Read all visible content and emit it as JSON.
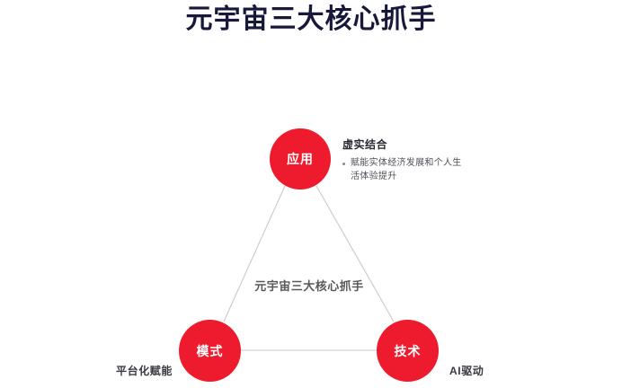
{
  "slide": {
    "title": "元宇宙三大核心抓手",
    "background_color": "#ffffff",
    "accent_color": "#ed1b2d",
    "title_color": "#17183a",
    "line_color": "#c9c9cf"
  },
  "diagram": {
    "type": "triangle",
    "center_caption": "元宇宙三大核心抓手",
    "nodes": [
      {
        "id": "app",
        "label": "应用",
        "position": "top",
        "callout": {
          "heading": "虚实结合",
          "bullet_marker": "bullet-dot",
          "bullet_text": "赋能实体经济发展和个人生活体验提升"
        }
      },
      {
        "id": "model",
        "label": "模式",
        "position": "bottom-left",
        "side_label": "平台化赋能"
      },
      {
        "id": "tech",
        "label": "技术",
        "position": "bottom-right",
        "side_label": "AI驱动"
      }
    ],
    "edges": [
      {
        "from": "app",
        "to": "model"
      },
      {
        "from": "app",
        "to": "tech"
      },
      {
        "from": "model",
        "to": "tech"
      }
    ]
  }
}
